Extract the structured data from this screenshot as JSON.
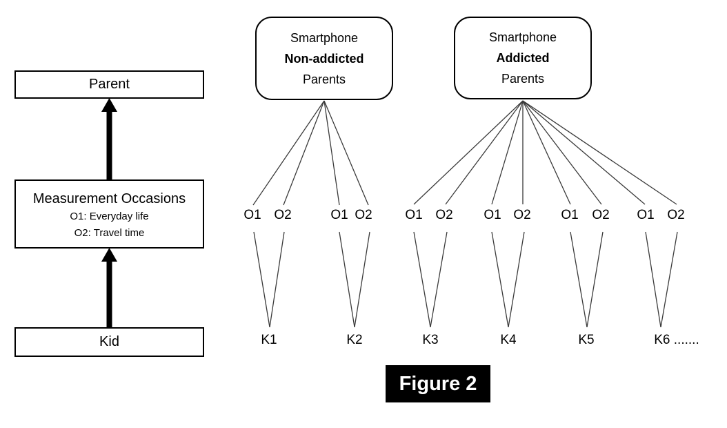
{
  "figure_label": "Figure 2",
  "left_flow": {
    "parent_label": "Parent",
    "measurement_title": "Measurement Occasions",
    "measurement_sub1": "O1: Everyday life",
    "measurement_sub2": "O2: Travel time",
    "kid_label": "Kid"
  },
  "groups": [
    {
      "line1": "Smartphone",
      "line2": "Non-addicted",
      "line3": "Parents"
    },
    {
      "line1": "Smartphone",
      "line2": "Addicted",
      "line3": "Parents"
    }
  ],
  "occasions": {
    "o1": "O1",
    "o2": "O2"
  },
  "kids": [
    "K1",
    "K2",
    "K3",
    "K4",
    "K5",
    "K6 ......."
  ],
  "colors": {
    "line": "#3a3a3a",
    "box_border": "#000000",
    "arrow": "#000000",
    "figure_bg": "#000000",
    "figure_text": "#ffffff",
    "background": "#ffffff"
  }
}
